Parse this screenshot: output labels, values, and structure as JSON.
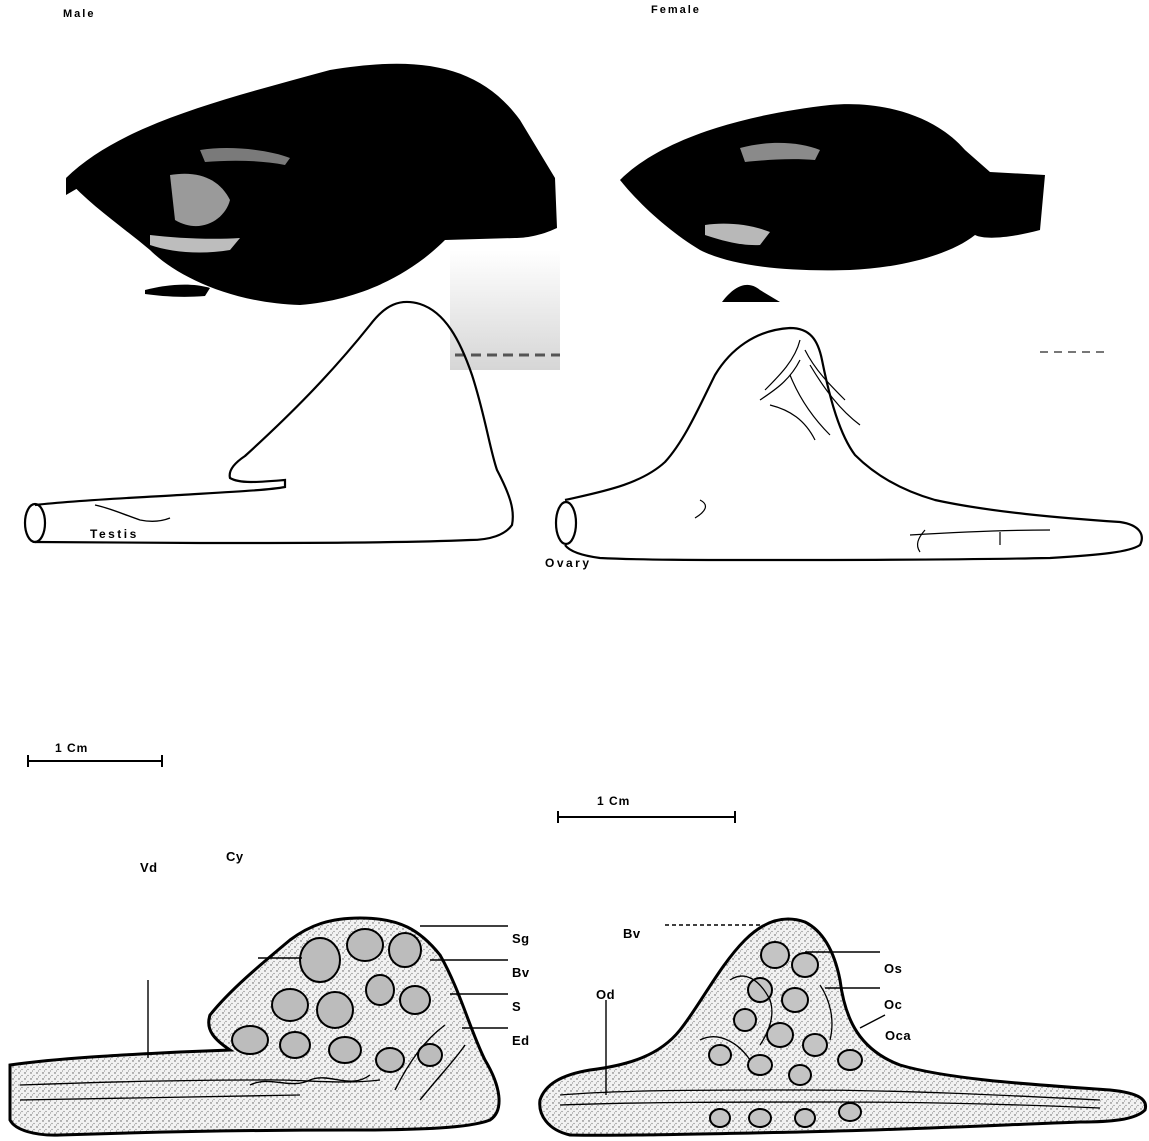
{
  "photos": {
    "male_title": "Male",
    "female_title": "Female"
  },
  "drawings": {
    "testis_title": "Testis",
    "ovary_title": "Ovary",
    "testis_scale": "1 Cm",
    "ovary_scale": "1 Cm"
  },
  "sections": {
    "testis_labels": {
      "vd": "Vd",
      "cy": "Cy",
      "sg": "Sg",
      "bv": "Bv",
      "s": "S",
      "ed": "Ed"
    },
    "ovary_labels": {
      "bv": "Bv",
      "os": "Os",
      "od": "Od",
      "oc": "Oc",
      "oca": "Oca"
    }
  },
  "colors": {
    "ink": "#000000",
    "tissue": "#e9e9e9",
    "photo_bg": "#d8d8d8"
  }
}
